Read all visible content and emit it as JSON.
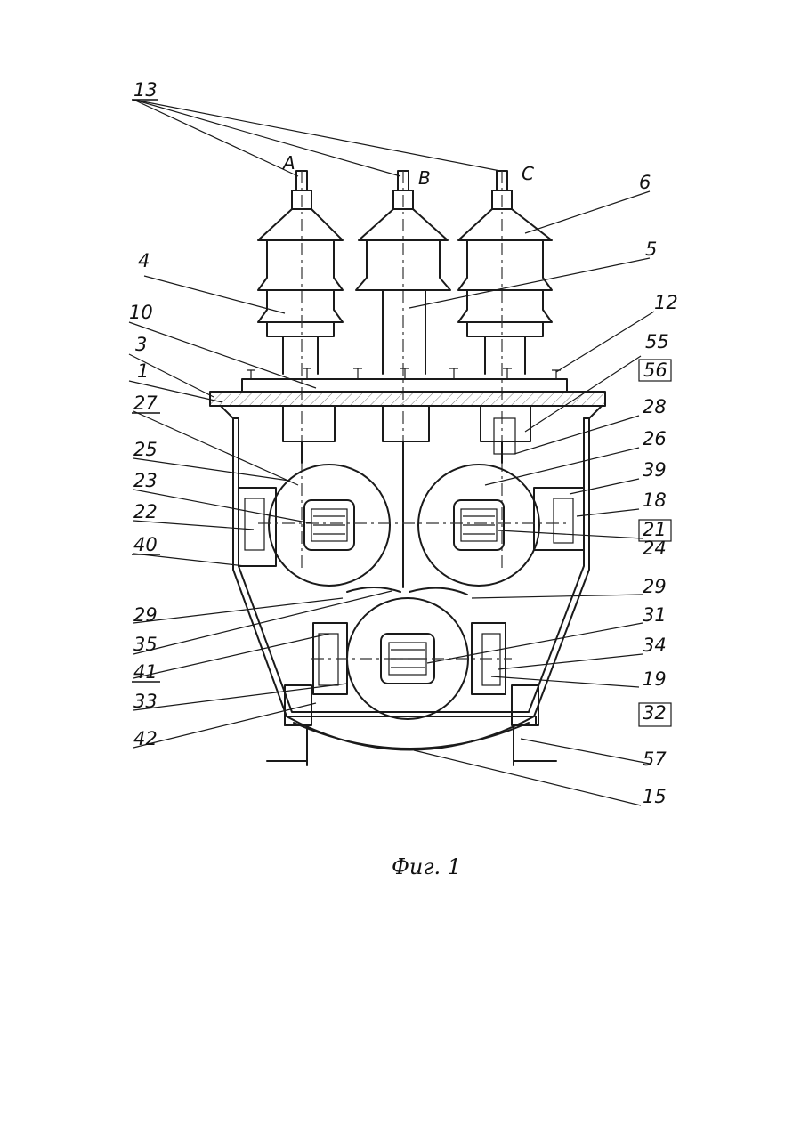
{
  "caption": "Фиг. 1",
  "phases": [
    "A",
    "B",
    "C"
  ],
  "labels": {
    "l13": "13",
    "l6": "6",
    "l5": "5",
    "l4": "4",
    "l10": "10",
    "l12": "12",
    "l3": "3",
    "l1": "1",
    "l55": "55",
    "l56": "56",
    "l27": "27",
    "l28": "28",
    "l25": "25",
    "l26": "26",
    "l39": "39",
    "l23": "23",
    "l18": "18",
    "l22": "22",
    "l21": "21",
    "l40": "40",
    "l24": "24",
    "l29a": "29",
    "l29b": "29",
    "l35": "35",
    "l31": "31",
    "l41": "41",
    "l34": "34",
    "l19": "19",
    "l33": "33",
    "l32": "32",
    "l42": "42",
    "l57": "57",
    "l15": "15"
  }
}
